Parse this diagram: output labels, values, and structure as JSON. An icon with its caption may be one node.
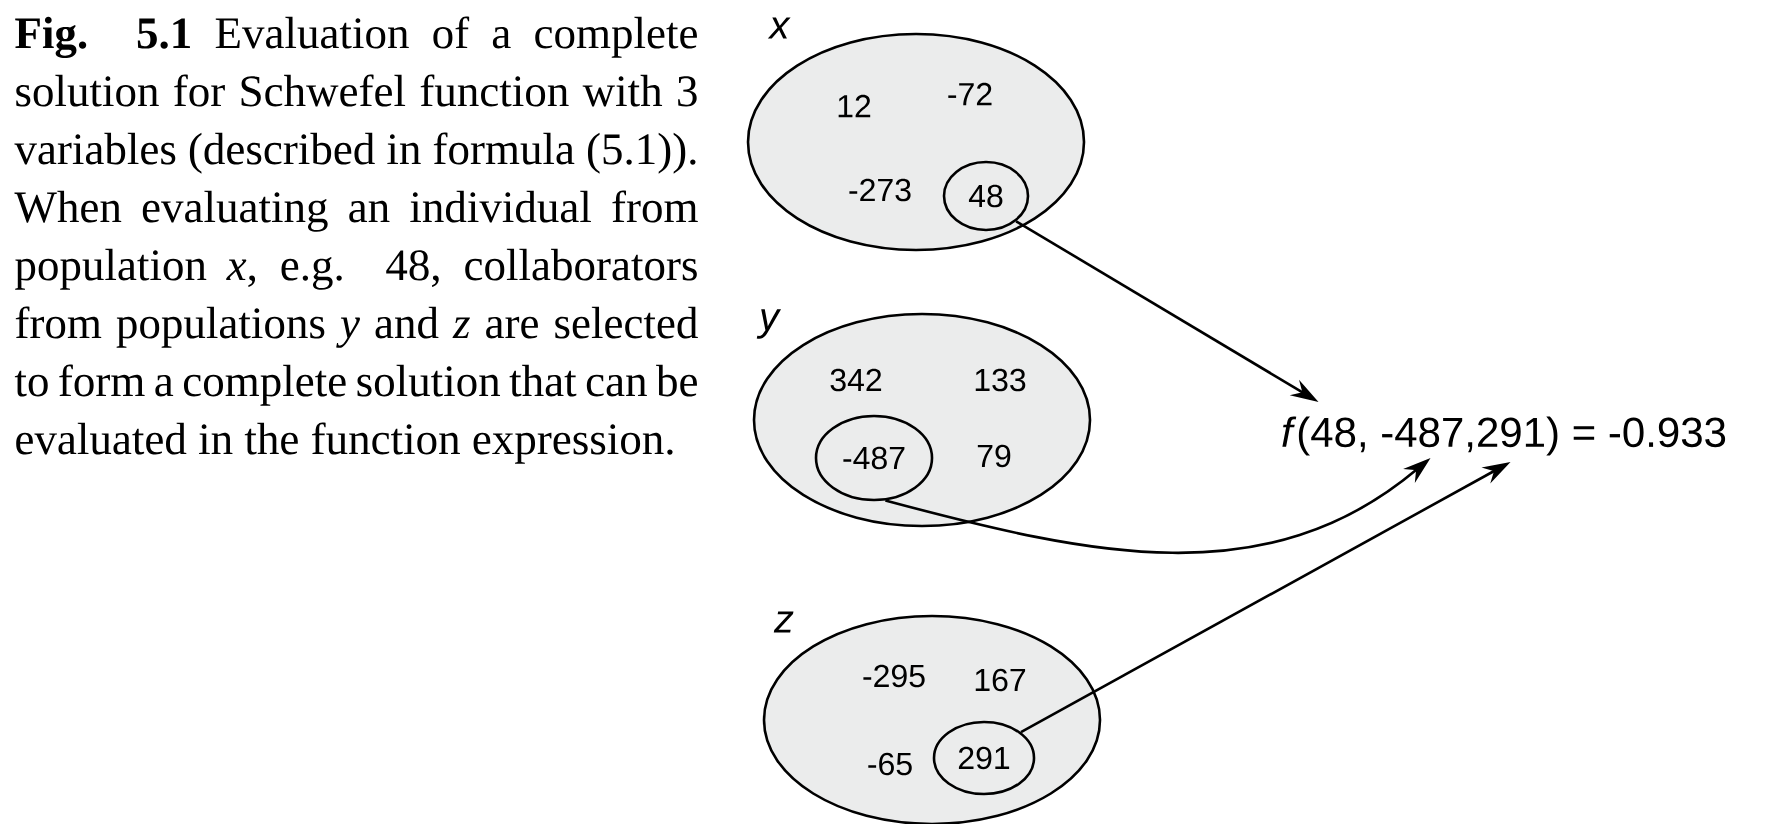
{
  "diagram": {
    "caption": "**Fig. 5.1** Evaluation of a complete solution for Schwefel function with 3 variables (described in formula (5.1)). When evaluating an individual from population *x*, e.g. 48, collaborators from populations *y* and *z* are selected to form a complete solution that can be evaluated in the function expression.",
    "nodes": [
      {
        "text": [
          "*x*",
          "12",
          "-72",
          "-273"
        ]
      },
      {
        "text": [
          "48"
        ],
        "in": 0
      },
      {
        "text": [
          "*y*",
          "342",
          "133",
          "79"
        ]
      },
      {
        "text": [
          "-487"
        ],
        "in": 2
      },
      {
        "text": [
          "*z*",
          "-295",
          "167",
          "-65"
        ]
      },
      {
        "text": [
          "291"
        ],
        "in": 4
      },
      {
        "text": [
          "*f*(48, -487,291) = -0.933"
        ]
      }
    ],
    "edges": [
      {
        "from": 1,
        "to": 6,
        "arrow": "to"
      },
      {
        "from": 3,
        "to": 6,
        "arrow": "to"
      },
      {
        "from": 5,
        "to": 6,
        "arrow": "to"
      }
    ]
  }
}
